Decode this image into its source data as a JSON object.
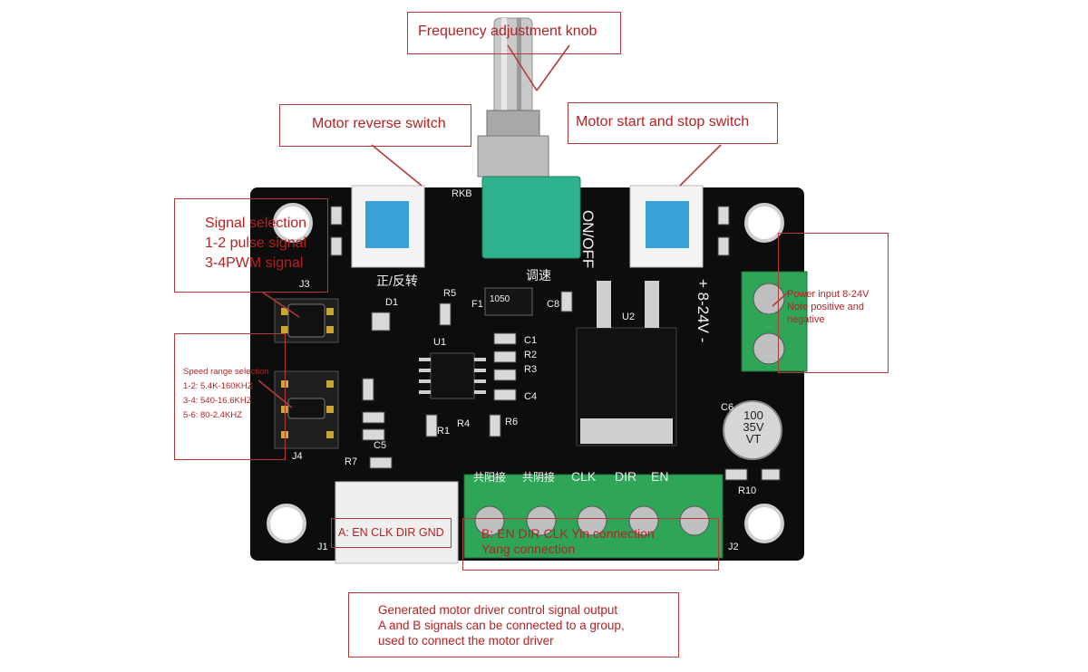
{
  "callouts": {
    "frequency_knob": "Frequency adjustment knob",
    "reverse_switch": "Motor reverse switch",
    "start_stop_switch": "Motor start and stop switch",
    "signal_selection": [
      "Signal selection",
      "1-2 pulse signal",
      "3-4PWM signal"
    ],
    "speed_range": [
      "Speed range selection",
      "1-2: 5.4K-160KHZ",
      "3-4: 540-16.6KHZ",
      "5-6: 80-2.4KHZ"
    ],
    "power_input": [
      "Power input 8-24V",
      "Note positive and",
      "negative"
    ],
    "connector_a": "A: EN CLK DIR GND",
    "connector_b": [
      "B: EN DIR CLK Yin connection",
      "Yang connection"
    ],
    "output": [
      "Generated motor driver control signal output",
      "A and B signals can be connected to a group,",
      "used to connect the motor driver"
    ]
  },
  "board": {
    "pin_labels": [
      "EN",
      "DIR",
      "CLK",
      "共阴接",
      "共阳接"
    ],
    "on_off": "ON/OFF",
    "speed_cn": "调速",
    "dir_cn": "正/反转",
    "voltage": "+ 8-24V -",
    "cap": [
      "100",
      "35V",
      "VT"
    ],
    "chip_code": "1050",
    "refs": {
      "J1": "J1",
      "J2": "J2",
      "J3": "J3",
      "J4": "J4",
      "D1": "D1",
      "F1": "F1",
      "R5": "R5",
      "C8": "C8",
      "C1": "C1",
      "R2": "R2",
      "R3": "R3",
      "C4": "C4",
      "R1": "R1",
      "R4": "R4",
      "R6": "R6",
      "R7": "R7",
      "C5": "C5",
      "C6": "C6",
      "U1": "U1",
      "U2": "U2",
      "RKB": "RKB",
      "R10": "R10"
    }
  },
  "colors": {
    "callout_border": "#b43a3a",
    "callout_text": "#b42222",
    "pcb": "#0d0d0d",
    "terminal": "#2faa55",
    "switch": "#3aa0d8"
  }
}
